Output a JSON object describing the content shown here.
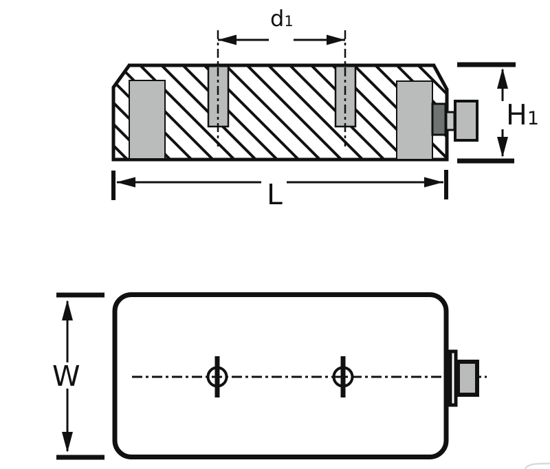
{
  "drawing": {
    "background": "#ffffff",
    "line_color": "#111111",
    "gray_fill": "#b9bcbb",
    "dark_gray_fill": "#6f7371",
    "neck_gray_fill": "#c6c8c7",
    "artifact_color": "#d9dbda",
    "dim_d1": {
      "base": "d",
      "sub": "1"
    },
    "dim_L": {
      "base": "L"
    },
    "dim_H1": {
      "base": "H",
      "sub": "1"
    },
    "dim_W": {
      "base": "W"
    }
  }
}
